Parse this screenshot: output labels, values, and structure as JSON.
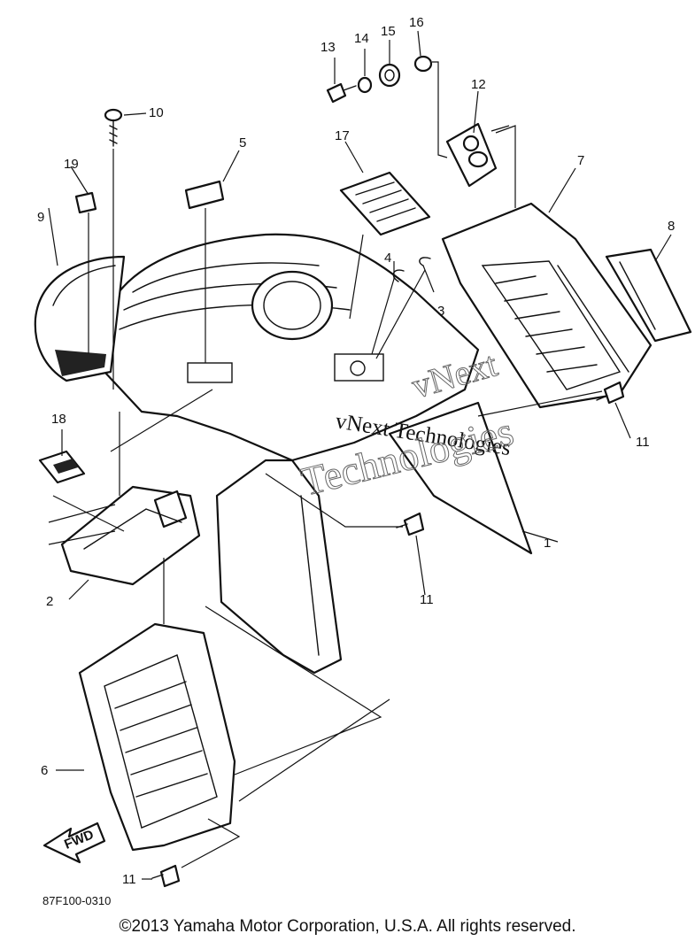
{
  "diagram": {
    "code": "87F100-0310",
    "copyright": "©2013 Yamaha Motor Corporation, U.S.A. All rights reserved.",
    "fwd_label": "FWD",
    "watermark": {
      "line1": "vNext Technologies",
      "line2": "vNext",
      "line3": "Technologies"
    },
    "callouts": [
      {
        "id": "1",
        "label": "1"
      },
      {
        "id": "2",
        "label": "2"
      },
      {
        "id": "3",
        "label": "3"
      },
      {
        "id": "4",
        "label": "4"
      },
      {
        "id": "5",
        "label": "5"
      },
      {
        "id": "6",
        "label": "6"
      },
      {
        "id": "7",
        "label": "7"
      },
      {
        "id": "8",
        "label": "8"
      },
      {
        "id": "9",
        "label": "9"
      },
      {
        "id": "10",
        "label": "10"
      },
      {
        "id": "11a",
        "label": "11"
      },
      {
        "id": "11b",
        "label": "11"
      },
      {
        "id": "11c",
        "label": "11"
      },
      {
        "id": "12",
        "label": "12"
      },
      {
        "id": "13",
        "label": "13"
      },
      {
        "id": "14",
        "label": "14"
      },
      {
        "id": "15",
        "label": "15"
      },
      {
        "id": "16",
        "label": "16"
      },
      {
        "id": "17",
        "label": "17"
      },
      {
        "id": "18",
        "label": "18"
      },
      {
        "id": "19",
        "label": "19"
      }
    ]
  }
}
